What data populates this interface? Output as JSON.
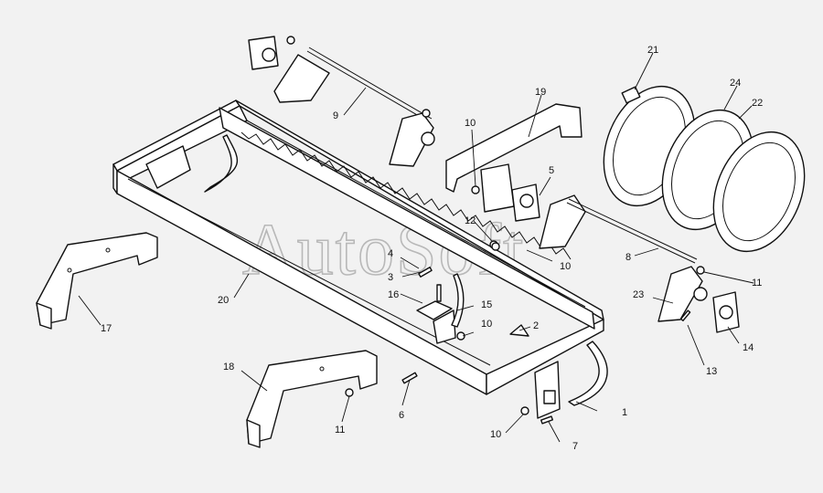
{
  "watermark": "AutoSoft",
  "callouts": [
    "1",
    "2",
    "3",
    "4",
    "5",
    "6",
    "7",
    "8",
    "9",
    "10",
    "10",
    "10",
    "10",
    "11",
    "11",
    "12",
    "13",
    "14",
    "15",
    "16",
    "17",
    "18",
    "19",
    "20",
    "21",
    "22",
    "23",
    "24"
  ]
}
